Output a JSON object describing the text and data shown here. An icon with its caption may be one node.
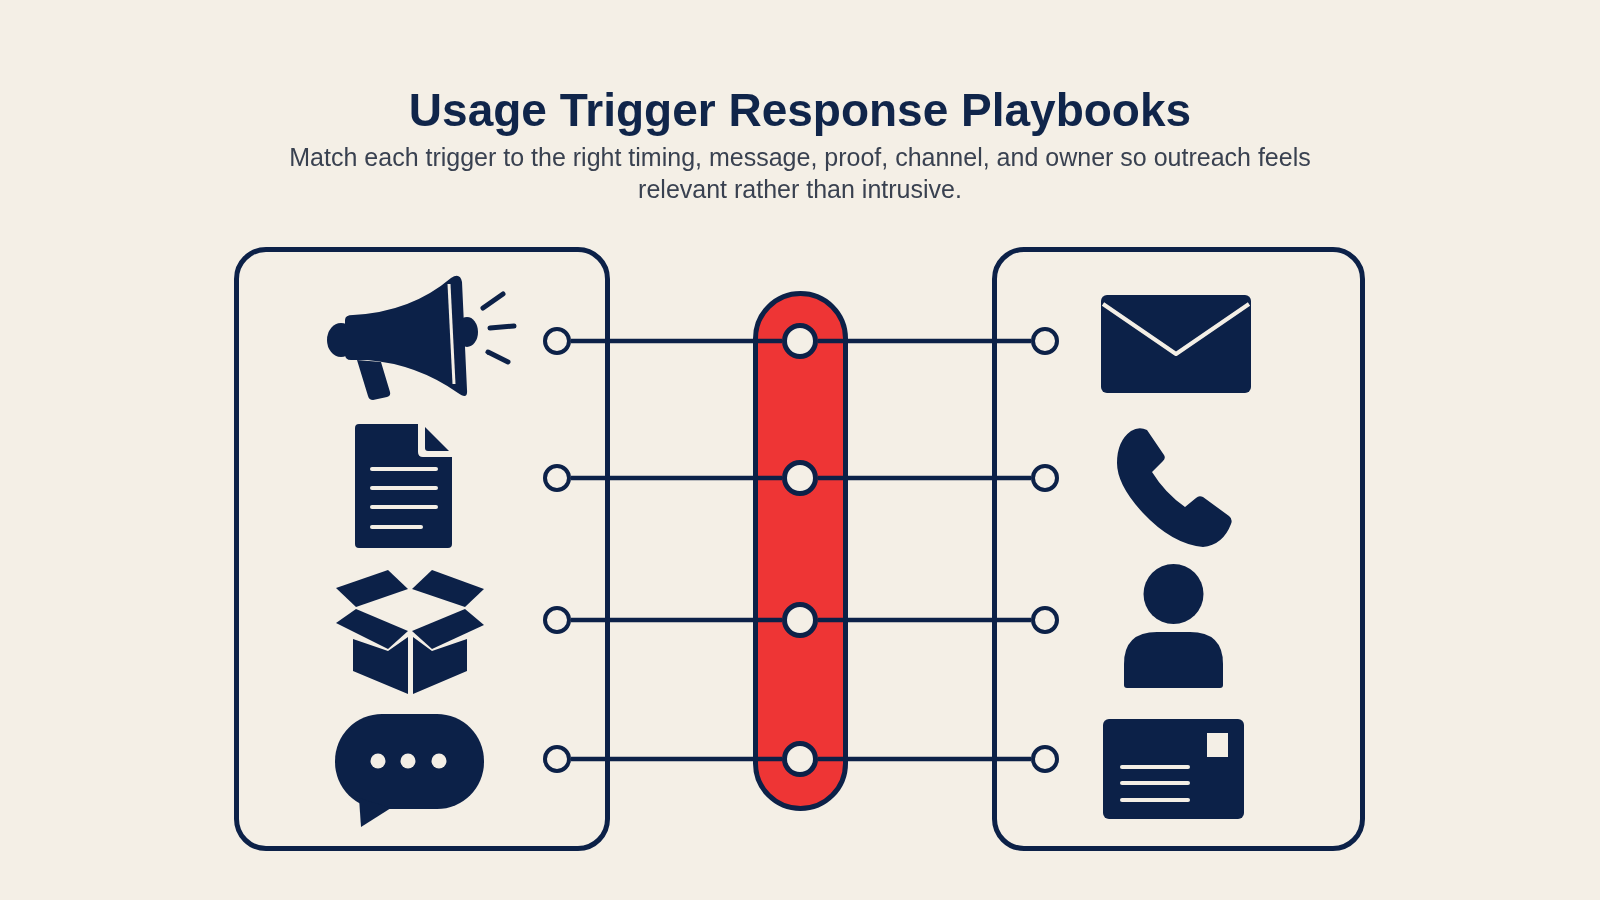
{
  "diagram": {
    "title": "Usage Trigger Response Playbooks",
    "nodes": [
      {
        "text": [],
        "shape": "box"
      },
      {
        "text": [],
        "shape": "circle",
        "in": 0
      },
      {
        "text": [],
        "shape": "circle",
        "in": 0
      },
      {
        "text": [],
        "shape": "circle",
        "in": 0
      },
      {
        "text": [],
        "shape": "circle",
        "in": 0
      },
      {
        "text": [],
        "shape": "bar"
      },
      {
        "text": [],
        "shape": "circle",
        "in": 5
      },
      {
        "text": [],
        "shape": "circle",
        "in": 5
      },
      {
        "text": [],
        "shape": "circle",
        "in": 5
      },
      {
        "text": [],
        "shape": "circle",
        "in": 5
      },
      {
        "text": [],
        "shape": "box"
      },
      {
        "text": [],
        "shape": "circle",
        "in": 10
      },
      {
        "text": [],
        "shape": "circle",
        "in": 10
      },
      {
        "text": [],
        "shape": "circle",
        "in": 10
      },
      {
        "text": [],
        "shape": "circle",
        "in": 10
      }
    ],
    "edges": [
      {
        "from": 1,
        "to": 6,
        "arrow": "none"
      },
      {
        "from": 6,
        "to": 11,
        "arrow": "none"
      },
      {
        "from": 2,
        "to": 7,
        "arrow": "none"
      },
      {
        "from": 7,
        "to": 12,
        "arrow": "none"
      },
      {
        "from": 3,
        "to": 8,
        "arrow": "none"
      },
      {
        "from": 8,
        "to": 13,
        "arrow": "none"
      },
      {
        "from": 4,
        "to": 9,
        "arrow": "none"
      },
      {
        "from": 9,
        "to": 14,
        "arrow": "none"
      }
    ],
    "labels": [
      "Match each trigger to the right timing, message, proof, channel, and owner so outreach feels relevant rather than intrusive."
    ]
  }
}
